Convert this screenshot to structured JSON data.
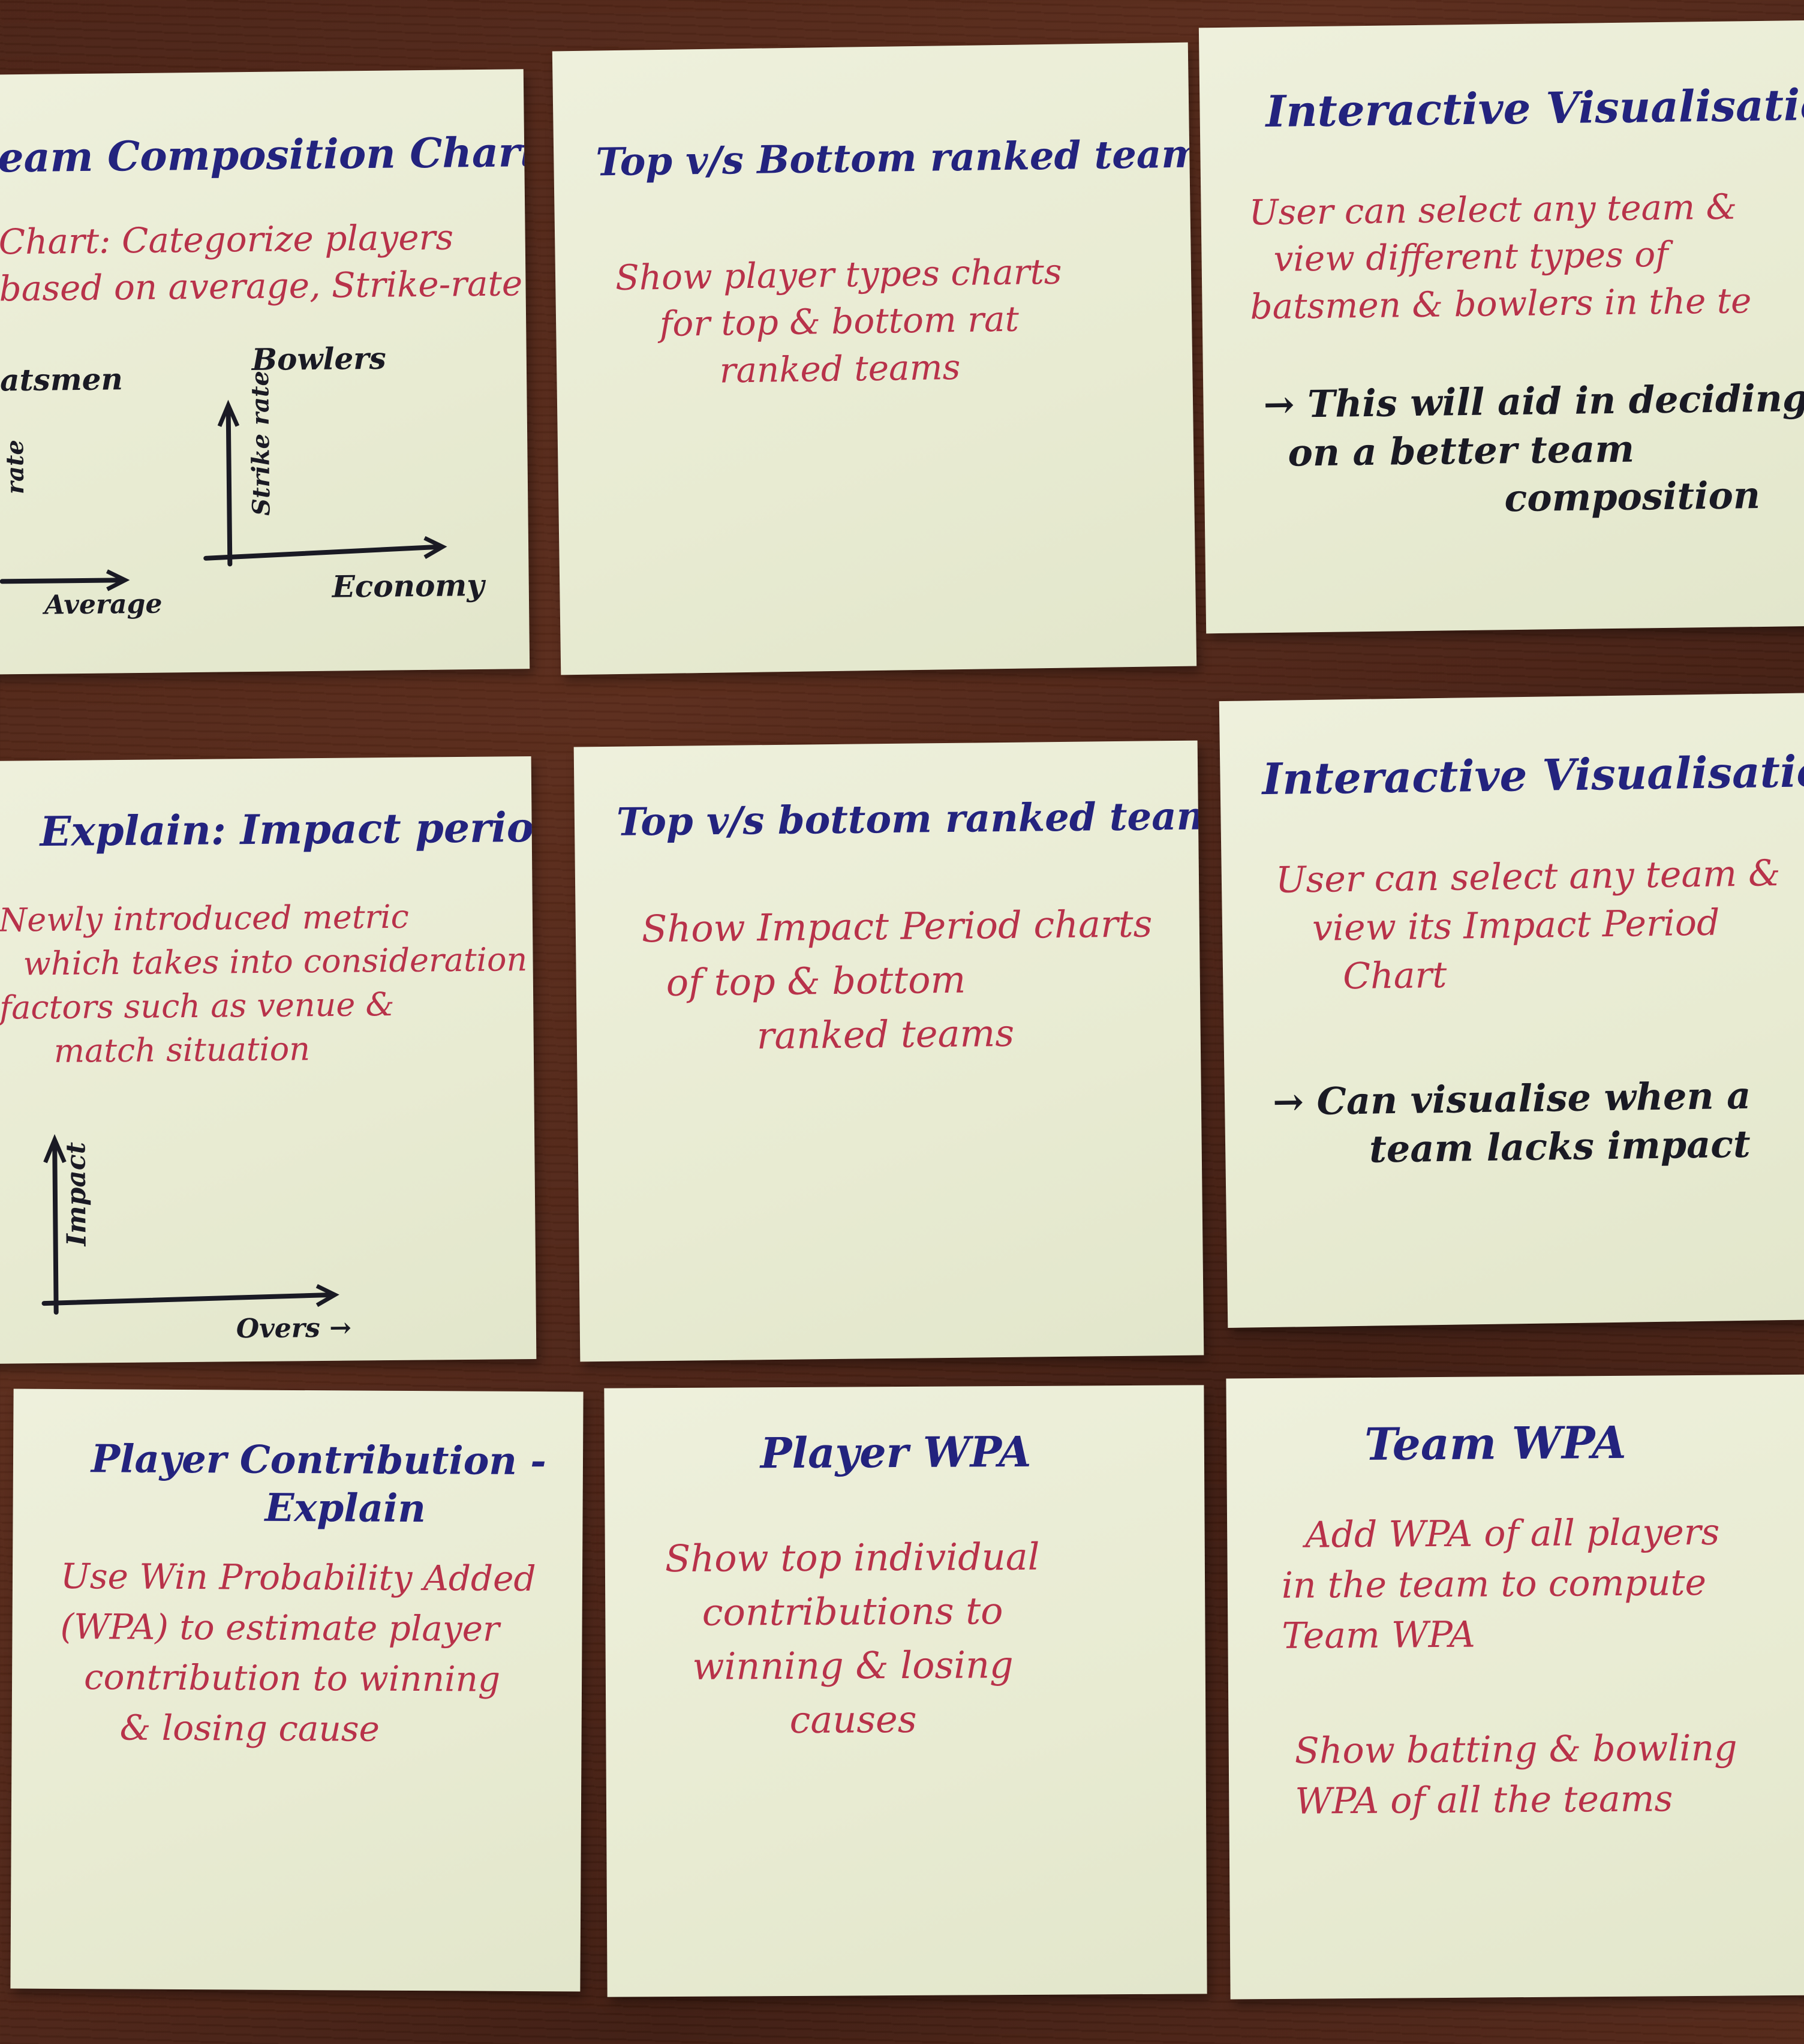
{
  "notes": [
    {
      "title": "eam Composition Chart",
      "lines": [
        "Chart: Categorize players",
        "based on average, Strike-rate"
      ],
      "sketches": {
        "batsmen_label": "atsmen",
        "bowlers_label": "Bowlers",
        "batsmen_y_label": "rate",
        "bowlers_y_label": "Strike rate",
        "batsmen_x_label": "Average",
        "bowlers_x_label": "Economy"
      }
    },
    {
      "title": "Top v/s Bottom ranked teams",
      "lines": [
        "Show player types charts",
        "for top & bottom rat",
        "ranked teams"
      ]
    },
    {
      "title": "Interactive Visualisation",
      "lines": [
        "User can select any team &",
        "view different types of",
        "batsmen & bowlers in the te"
      ],
      "black_lines": [
        "→ This will aid in deciding",
        "on a better team",
        "composition"
      ]
    },
    {
      "title": "Explain: Impact period",
      "lines": [
        "Newly introduced metric",
        "which takes into consideration",
        "factors such as venue &",
        "match situation"
      ],
      "sketches": {
        "y_label": "Impact",
        "x_label": "Overs →"
      }
    },
    {
      "title": "Top v/s bottom ranked teams",
      "lines": [
        "Show Impact Period charts",
        "of top & bottom",
        "ranked teams"
      ]
    },
    {
      "title": "Interactive Visualisation",
      "lines": [
        "User can select any team &",
        "view its Impact Period",
        "Chart"
      ],
      "black_lines": [
        "→ Can visualise when a",
        "team lacks impact"
      ]
    },
    {
      "title": "Player Contribution -",
      "title2": "Explain",
      "lines": [
        "Use Win Probability Added",
        "(WPA) to estimate player",
        "contribution to winning",
        "& losing cause"
      ]
    },
    {
      "title": "Player WPA",
      "lines": [
        "Show top individual",
        "contributions to",
        "winning & losing",
        "causes"
      ]
    },
    {
      "title": "Team WPA",
      "lines": [
        "Add WPA of all players",
        "in the team to compute",
        "Team WPA"
      ],
      "lines2": [
        "Show batting & bowling",
        "WPA of all the teams"
      ]
    }
  ]
}
